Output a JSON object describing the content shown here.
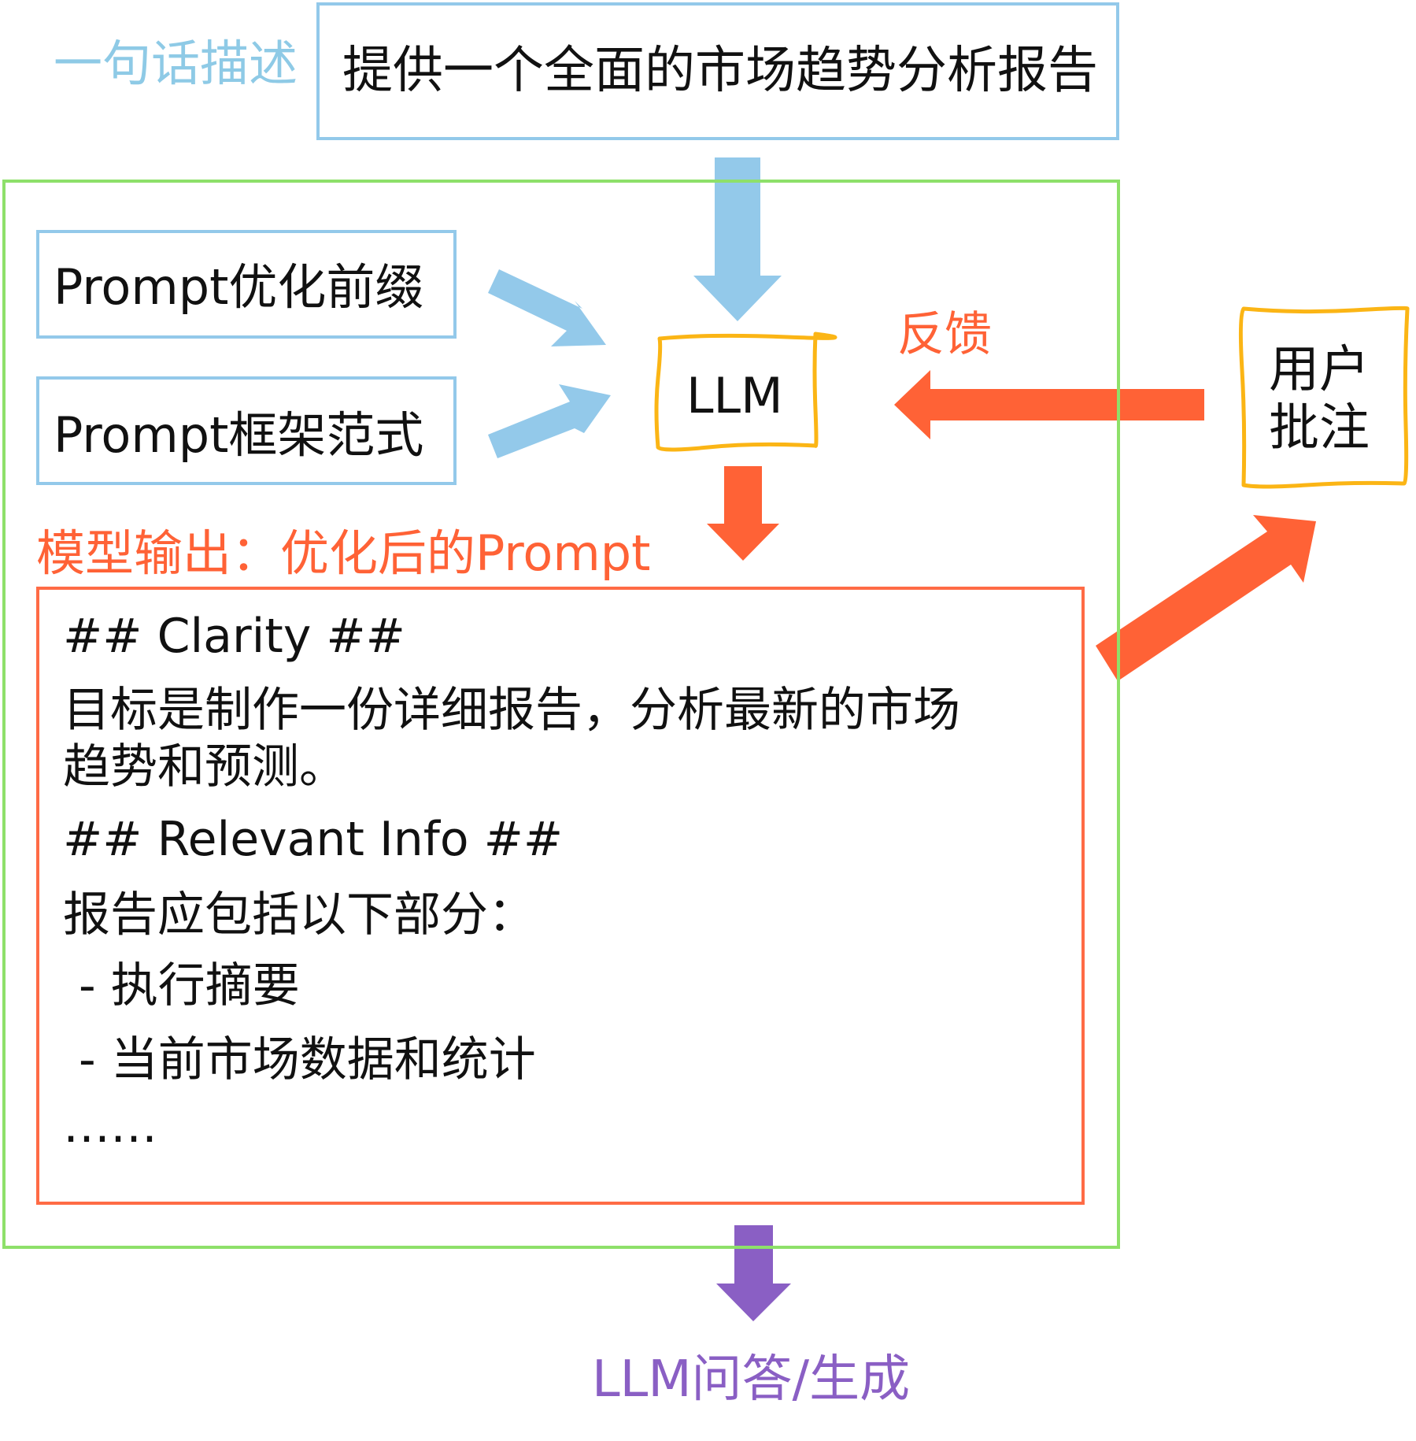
{
  "input": {
    "label": "一句话描述",
    "text": "提供一个全面的市场趋势分析报告"
  },
  "components": {
    "prefix": "Prompt优化前缀",
    "framework": "Prompt框架范式",
    "llm": "LLM",
    "feedback": "反馈",
    "user_line1": "用户",
    "user_line2": "批注"
  },
  "output": {
    "label": "模型输出：优化后的Prompt",
    "lines": [
      "## Clarity ##",
      "目标是制作一份详细报告，分析最新的市场",
      "趋势和预测。",
      "## Relevant Info ##",
      "报告应包括以下部分：",
      "- 执行摘要",
      "- 当前市场数据和统计",
      "……"
    ]
  },
  "final": {
    "label": "LLM问答/生成"
  },
  "colors": {
    "blue": "#93c9ea",
    "green": "#8ee06a",
    "orange": "#ff6236",
    "yellow": "#fbb515",
    "purple": "#8a5fc4"
  }
}
